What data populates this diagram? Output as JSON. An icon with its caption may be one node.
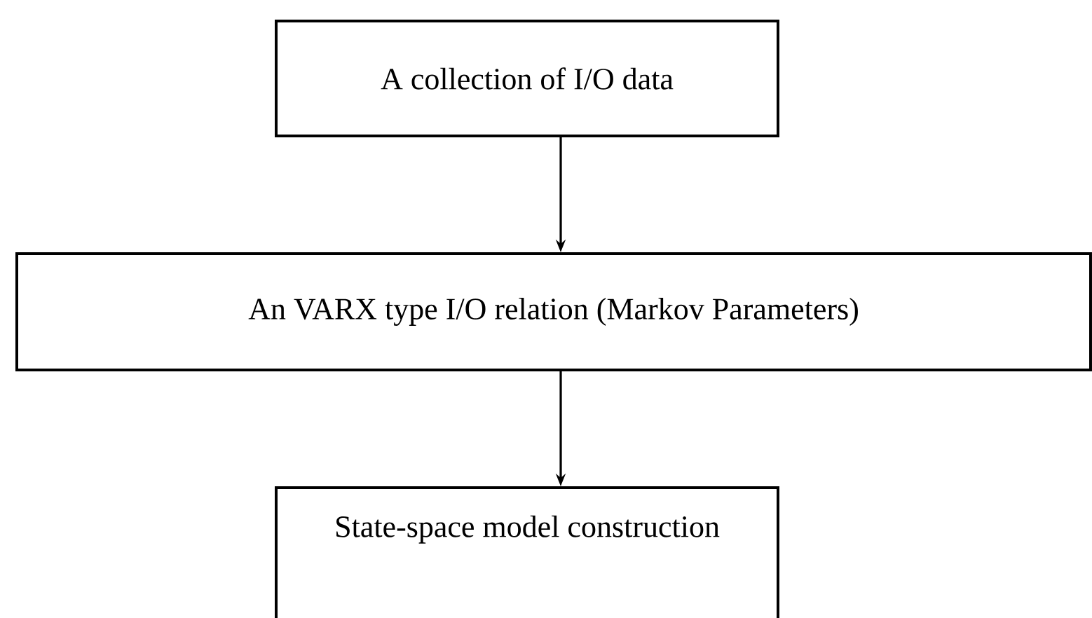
{
  "diagram": {
    "nodes": [
      {
        "text": [
          "A collection of I/O data"
        ]
      },
      {
        "text": [
          "An VARX type I/O relation (Markov Parameters)"
        ]
      },
      {
        "text": [
          "State-space model construction"
        ]
      }
    ],
    "edges": [
      {
        "from": 0,
        "to": 1,
        "arrow": "to"
      },
      {
        "from": 1,
        "to": 2,
        "arrow": "to"
      }
    ]
  }
}
